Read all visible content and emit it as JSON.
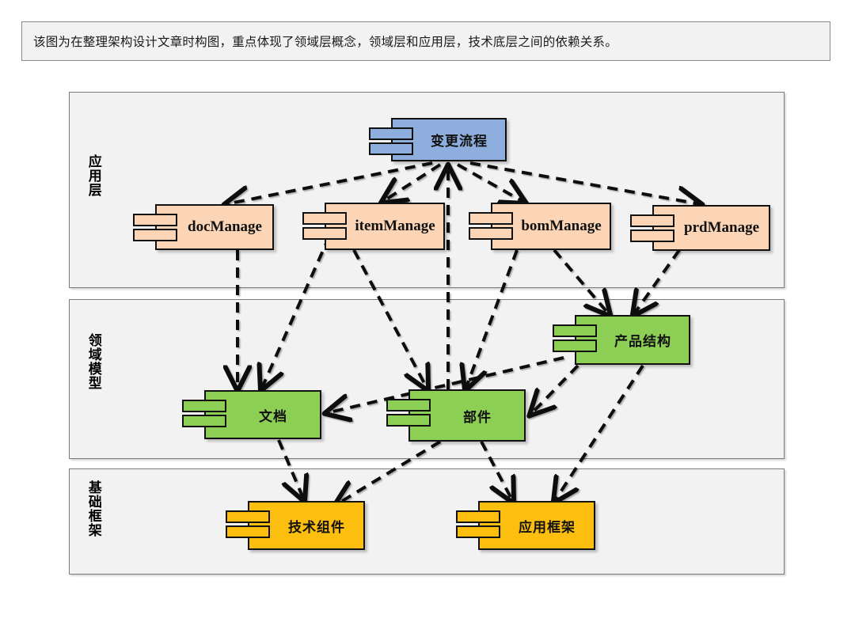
{
  "caption": {
    "text": "该图为在整理架构设计文章时构图，重点体现了领域层概念，领域层和应用层，技术底层之间的依赖关系。"
  },
  "layers": [
    {
      "id": "application",
      "label": "应用层"
    },
    {
      "id": "domain-model",
      "label": "领域模型"
    },
    {
      "id": "base-framework",
      "label": "基础框架"
    }
  ],
  "nodes": [
    {
      "id": "change-process",
      "label": "变更流程",
      "layer": "application",
      "color": "#8eafdd"
    },
    {
      "id": "doc-manage",
      "label": "docManage",
      "layer": "application",
      "color": "#fbd5b5"
    },
    {
      "id": "item-manage",
      "label": "itemManage",
      "layer": "application",
      "color": "#fbd5b5"
    },
    {
      "id": "bom-manage",
      "label": "bomManage",
      "layer": "application",
      "color": "#fbd5b5"
    },
    {
      "id": "prd-manage",
      "label": "prdManage",
      "layer": "application",
      "color": "#fbd5b5"
    },
    {
      "id": "product-structure",
      "label": "产品结构",
      "layer": "domain-model",
      "color": "#8dce54"
    },
    {
      "id": "document",
      "label": "文档",
      "layer": "domain-model",
      "color": "#8dce54"
    },
    {
      "id": "part",
      "label": "部件",
      "layer": "domain-model",
      "color": "#8dce54"
    },
    {
      "id": "tech-component",
      "label": "技术组件",
      "layer": "base-framework",
      "color": "#fcbe0f"
    },
    {
      "id": "app-framework",
      "label": "应用框架",
      "layer": "base-framework",
      "color": "#fcbe0f"
    }
  ],
  "edges": [
    {
      "from": "change-process",
      "to": "doc-manage",
      "style": "dashed-arrow"
    },
    {
      "from": "change-process",
      "to": "item-manage",
      "style": "dashed-arrow"
    },
    {
      "from": "change-process",
      "to": "bom-manage",
      "style": "dashed-arrow"
    },
    {
      "from": "change-process",
      "to": "prd-manage",
      "style": "dashed-arrow"
    },
    {
      "from": "part",
      "to": "change-process",
      "style": "dashed-arrow"
    },
    {
      "from": "doc-manage",
      "to": "document",
      "style": "dashed-arrow"
    },
    {
      "from": "item-manage",
      "to": "part",
      "style": "dashed-arrow"
    },
    {
      "from": "bom-manage",
      "to": "part",
      "style": "dashed-arrow"
    },
    {
      "from": "bom-manage",
      "to": "product-structure",
      "style": "dashed-arrow"
    },
    {
      "from": "prd-manage",
      "to": "product-structure",
      "style": "dashed-arrow"
    },
    {
      "from": "item-manage",
      "to": "document",
      "style": "dashed-arrow"
    },
    {
      "from": "product-structure",
      "to": "part",
      "style": "dashed-arrow"
    },
    {
      "from": "product-structure",
      "to": "document",
      "style": "dashed-arrow"
    },
    {
      "from": "product-structure",
      "to": "app-framework",
      "style": "dashed-arrow"
    },
    {
      "from": "document",
      "to": "tech-component",
      "style": "dashed-arrow"
    },
    {
      "from": "part",
      "to": "tech-component",
      "style": "dashed-arrow"
    },
    {
      "from": "part",
      "to": "app-framework",
      "style": "dashed-arrow"
    }
  ],
  "style": {
    "panel_fill": "#f2f2f2",
    "panel_stroke": "#7a7a7a",
    "edge_color": "#111111",
    "canvas": "#ffffff"
  }
}
